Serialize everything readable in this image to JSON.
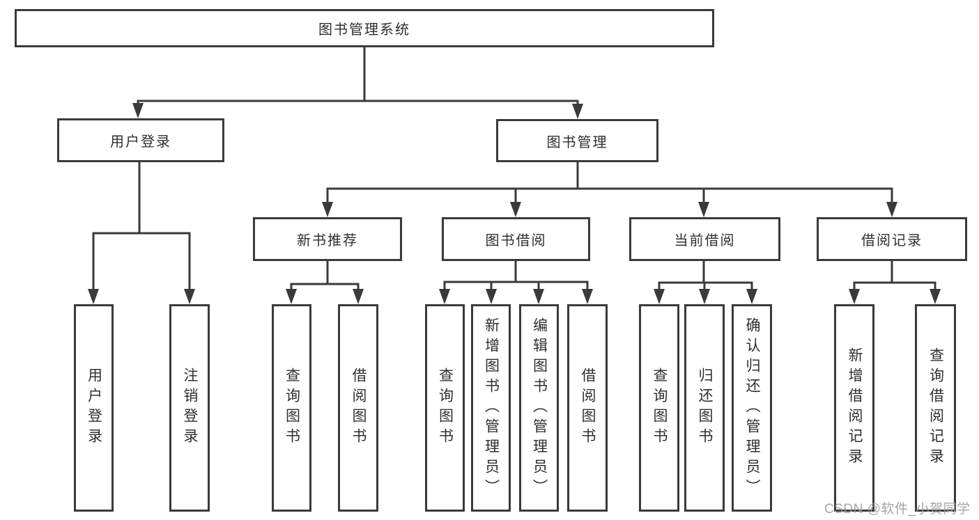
{
  "tree": {
    "root_label": "图书管理系统",
    "user_login": {
      "label": "用户登录",
      "children": [
        "用户登录",
        "注销登录"
      ]
    },
    "book_management": {
      "label": "图书管理",
      "groups": [
        {
          "label": "新书推荐",
          "children": [
            "查询图书",
            "借阅图书"
          ]
        },
        {
          "label": "图书借阅",
          "children": [
            "查询图书",
            "新增图书（管理员）",
            "编辑图书（管理员）",
            "借阅图书"
          ]
        },
        {
          "label": "当前借阅",
          "children": [
            "查询图书",
            "归还图书",
            "确认归还（管理员）"
          ]
        },
        {
          "label": "借阅记录",
          "children": [
            "新增借阅记录",
            "查询借阅记录"
          ]
        }
      ]
    }
  },
  "watermark": "CSDN @软件_小贺同学",
  "colors": {
    "line": "#3a3a3a",
    "text": "#2f2f2f",
    "watermark": "#9e9e9e",
    "background": "#ffffff"
  }
}
